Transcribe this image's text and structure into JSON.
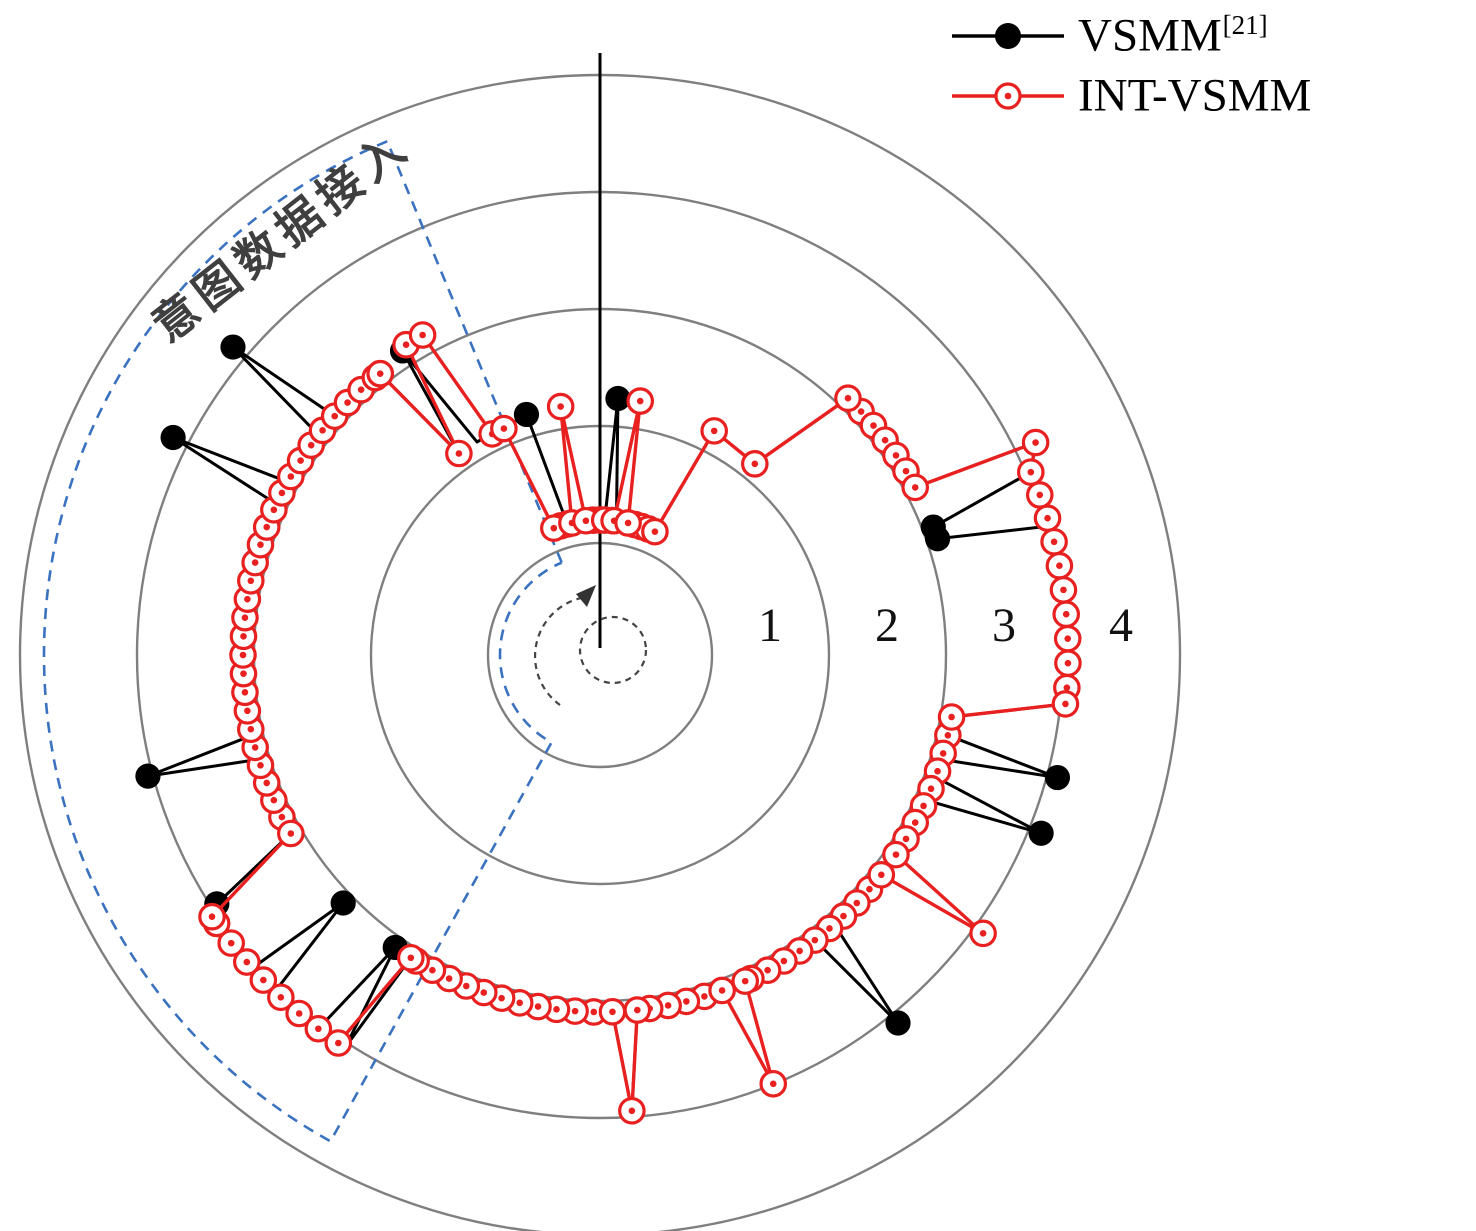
{
  "legend": {
    "items": [
      {
        "label": "VSMM",
        "sup": "[21]"
      },
      {
        "label": "INT-VSMM",
        "sup": ""
      }
    ]
  },
  "annotation": {
    "label": "意图数据接入"
  },
  "colors": {
    "vsmm": "#000000",
    "int_vsmm": "#e8201f",
    "grid": "#7f7f7f",
    "sector": "#3a72c0",
    "axis": "#000000"
  },
  "chart_data": {
    "type": "polar-step",
    "title": "",
    "rings": [
      "1",
      "2",
      "3",
      "4"
    ],
    "angle_convention": "degrees clockwise from top vertical axis; radius = model index estimate (1-4), one revolution of time",
    "annotation_sector": {
      "label": "意图数据接入",
      "from_deg": -151,
      "to_deg": -22.5
    },
    "series": [
      {
        "id": "vsmm",
        "name": "VSMM[21]",
        "marker": "filled",
        "color_key": "vsmm",
        "points": [
          [
            -38,
            3,
            0
          ],
          [
            -35,
            2,
            0
          ],
          [
            -33,
            3.05,
            1
          ],
          [
            -30,
            2,
            0
          ],
          [
            -26,
            2,
            0
          ],
          [
            -23,
            2,
            0
          ],
          [
            -17,
            2.05,
            1
          ],
          [
            -14,
            1,
            0
          ],
          [
            2,
            1,
            0
          ],
          [
            4,
            2.1,
            1
          ],
          [
            7,
            1,
            0
          ],
          [
            24,
            1,
            0
          ],
          [
            27,
            2.05,
            0
          ],
          [
            39,
            2,
            0
          ],
          [
            44,
            3,
            0
          ],
          [
            62,
            3,
            0
          ],
          [
            64,
            4.15,
            0
          ],
          [
            67,
            4,
            0
          ],
          [
            69,
            3,
            1
          ],
          [
            71,
            3,
            1
          ],
          [
            74,
            4,
            0
          ],
          [
            96,
            4,
            0
          ],
          [
            100,
            3,
            0
          ],
          [
            103,
            3,
            0
          ],
          [
            105,
            4.05,
            1
          ],
          [
            107,
            3,
            0
          ],
          [
            110,
            3,
            0
          ],
          [
            112,
            4.07,
            1
          ],
          [
            114,
            3,
            0
          ],
          [
            139,
            3,
            0
          ],
          [
            141,
            4.05,
            1
          ],
          [
            143,
            3,
            0
          ],
          [
            174,
            3,
            0
          ],
          [
            176,
            3.9,
            1
          ],
          [
            178,
            3,
            0
          ],
          [
            212,
            3,
            0
          ],
          [
            213,
            4,
            0
          ],
          [
            215,
            3,
            1
          ],
          [
            217,
            4,
            0
          ],
          [
            224,
            4,
            0
          ],
          [
            226,
            3,
            1
          ],
          [
            228,
            4,
            0
          ],
          [
            234,
            4,
            0
          ],
          [
            237,
            3.9,
            1
          ],
          [
            240,
            3,
            0
          ],
          [
            253,
            3,
            0
          ],
          [
            255,
            4,
            1
          ],
          [
            257,
            3,
            0
          ],
          [
            295,
            3,
            0
          ],
          [
            297,
            4.1,
            1
          ],
          [
            299,
            3,
            0
          ],
          [
            308,
            3,
            0
          ],
          [
            310,
            4.1,
            1
          ],
          [
            312,
            3,
            0
          ],
          [
            322,
            3,
            0
          ]
        ]
      },
      {
        "id": "int-vsmm",
        "name": "INT-VSMM",
        "marker": "open",
        "color_key": "int_vsmm",
        "points": [
          [
            -38,
            3
          ],
          [
            -35,
            2
          ],
          [
            -32,
            3.08
          ],
          [
            -29,
            3.08
          ],
          [
            -26,
            2
          ],
          [
            -23,
            2
          ],
          [
            -20,
            1
          ],
          [
            -12,
            1
          ],
          [
            -9,
            2.05
          ],
          [
            -6,
            1
          ],
          [
            2,
            1
          ],
          [
            6,
            1
          ],
          [
            9,
            2.1
          ],
          [
            12,
            1
          ],
          [
            24,
            1
          ],
          [
            27,
            2.05
          ],
          [
            39,
            2
          ],
          [
            44,
            3
          ],
          [
            62,
            3
          ],
          [
            64,
            4.15
          ],
          [
            67,
            4
          ],
          [
            96,
            4
          ],
          [
            100,
            3
          ],
          [
            124,
            3
          ],
          [
            126,
            4.05
          ],
          [
            128,
            3
          ],
          [
            156,
            3
          ],
          [
            158,
            3.95
          ],
          [
            160,
            3
          ],
          [
            174,
            3
          ],
          [
            176,
            3.9
          ],
          [
            178,
            3
          ],
          [
            212,
            3
          ],
          [
            214,
            4
          ],
          [
            236,
            4
          ],
          [
            240,
            3
          ],
          [
            322,
            3
          ]
        ]
      }
    ]
  }
}
